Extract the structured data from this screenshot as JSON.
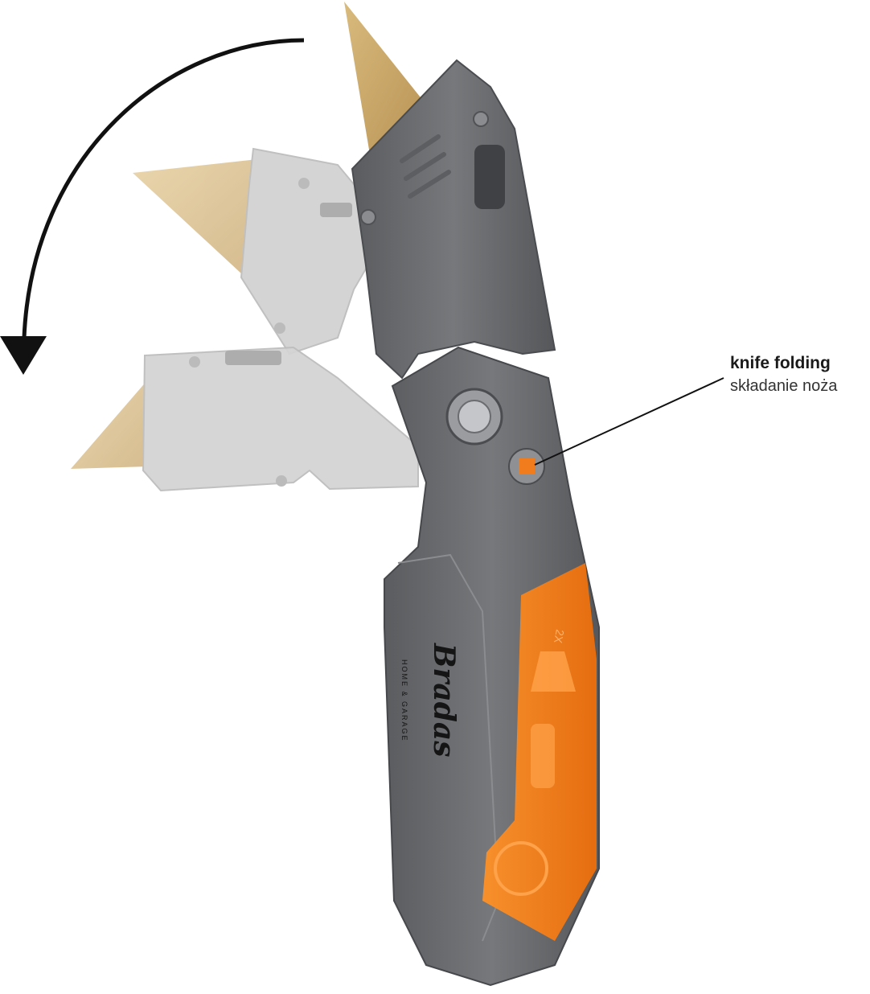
{
  "callout": {
    "title": "knife folding",
    "subtitle": "składanie noża"
  },
  "brand": {
    "logo_text": "Bradas",
    "tagline": "HOME & GARAGE",
    "blade_count": "2X"
  },
  "colors": {
    "handle_gray": "#6b6d70",
    "handle_dark": "#4e5053",
    "accent_orange": "#f07c1e",
    "blade_gold": "#c9a86a",
    "ghost_gray": "#cfcfcf",
    "arrow": "#111111",
    "marker": "#f07c1e"
  },
  "icons": [
    "rotation-arrow-icon",
    "folding-marker-icon",
    "blade-icon",
    "release-button-icon"
  ]
}
